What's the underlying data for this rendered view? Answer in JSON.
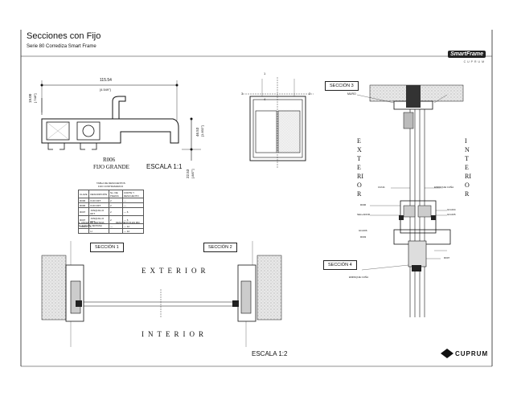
{
  "header": {
    "title": "Secciones con Fijo",
    "subtitle": "Serie 80 Corrediza Smart Frame",
    "brand": "SmartFrame",
    "brand_sub": "CUPRUM"
  },
  "profile": {
    "name": "R006",
    "desc": "FIJO GRANDE",
    "scale": "ESCALA 1:1",
    "dim_width": "115.54",
    "dim_width_in": "[4.549\"]",
    "dim_height": "46.53",
    "dim_height_in": "[1.832\"]",
    "dim_small": "19.00",
    "dim_small_in": "[.748\"]",
    "dim_low": "22.53",
    "dim_low_in": "[.887\"]"
  },
  "elevation": {
    "marks": [
      "1",
      "2",
      "3",
      "4"
    ]
  },
  "table": {
    "title": "TABLA DE DESCUENTOS",
    "subtitle": "FIJO CONTRAMARCO",
    "headers": [
      "CLAVE",
      "DESCRIPCIÓN",
      "No. DE PIEZAS",
      "CORTE Y DESCUENTO"
    ],
    "rows": [
      [
        "R006",
        "FIJO RFT",
        "2",
        "—"
      ],
      [
        "R006",
        "FIJO RFT",
        "2",
        "—"
      ],
      [
        "R007",
        "JUNQUILLO RFT",
        "2",
        "— 6"
      ],
      [
        "R007",
        "JUNQUILLO RFT",
        "2",
        "— 6"
      ]
    ],
    "formula_rows": [
      [
        "VIDRIO",
        "L",
        "—",
        "— 12"
      ],
      [
        "",
        "H",
        "",
        "— 12"
      ]
    ],
    "notes": [
      "L: ANCHO DE VENTANA",
      "H: ALTO DE VENTANA",
      "DESCUENTOS EN MM"
    ]
  },
  "sections": {
    "s1": "SECCIÓN 1",
    "s2": "SECCIÓN 2",
    "s3": "SECCIÓN 3",
    "s4": "SECCIÓN 4",
    "exterior": "EXTERIOR",
    "interior": "INTERIOR",
    "muro": "MURO",
    "callouts": [
      "CUNA",
      "EMPAQUE CUÑA",
      "R006",
      "SELLADOR",
      "GN-004",
      "GN-005",
      "GN-006",
      "R003",
      "R007",
      "EMPAQUE CUÑA"
    ]
  },
  "footer": {
    "scale": "ESCALA 1:2",
    "logo": "CUPRUM"
  }
}
